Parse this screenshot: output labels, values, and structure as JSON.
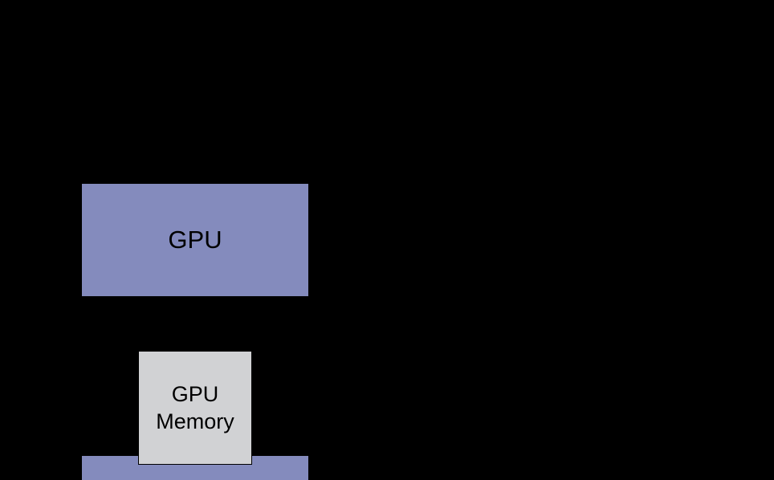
{
  "diagram": {
    "gpu_label": "GPU",
    "memory_label_line1": "GPU",
    "memory_label_line2": "Memory"
  },
  "colors": {
    "background": "#000000",
    "gpu_fill": "#848bbd",
    "memory_fill": "#d1d2d4"
  }
}
